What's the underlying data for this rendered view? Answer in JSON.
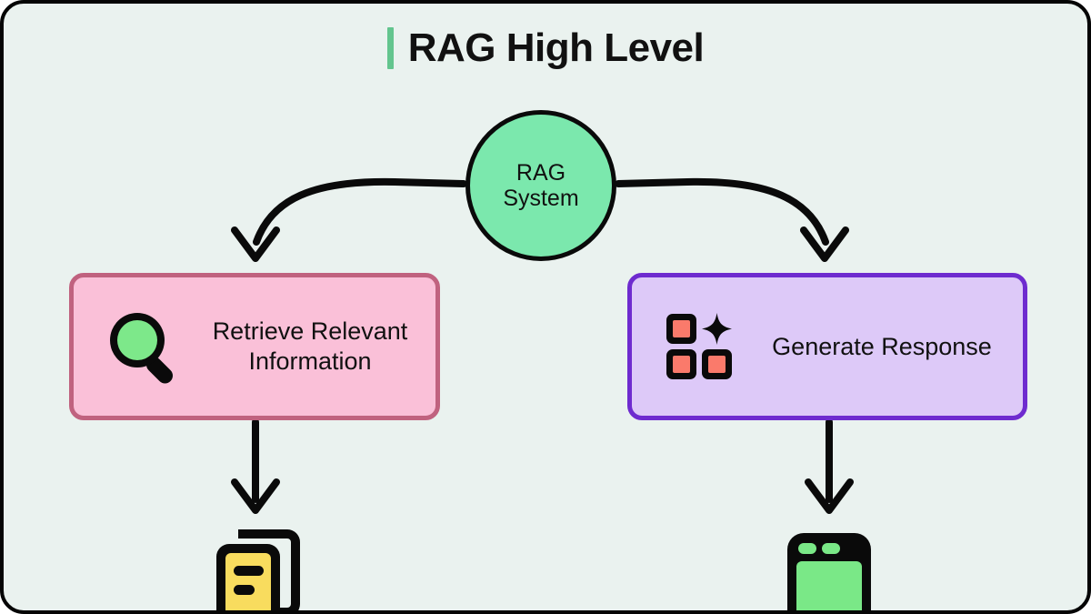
{
  "diagram": {
    "title": "RAG High Level",
    "title_accent_color": "#63c58e",
    "background_color": "#eaf2ef",
    "border_color": "#050505",
    "root": {
      "label_line1": "RAG",
      "label_line2": "System",
      "shape": "circle",
      "fill_color": "#7be8ad",
      "stroke_color": "#0a0a0a"
    },
    "branches": [
      {
        "id": "retrieve",
        "label": "Retrieve Relevant Information",
        "label_line1": "Retrieve Relevant",
        "label_line2": "Information",
        "icon": "magnifier-icon",
        "fill_color": "#fac0d8",
        "stroke_color": "#c0627f",
        "icon_accent_color": "#7de88a",
        "output": {
          "id": "documents",
          "icon": "documents-icon",
          "fill_color": "#f8dc5e"
        }
      },
      {
        "id": "generate",
        "label": "Generate Response",
        "icon": "sparkle-grid-icon",
        "fill_color": "#ddc9f8",
        "stroke_color": "#6e2bcf",
        "icon_accent_color": "#fa7a6b",
        "output": {
          "id": "browser-window",
          "icon": "browser-window-icon",
          "fill_color": "#7ae887"
        }
      }
    ],
    "connectors": [
      {
        "id": "root-to-retrieve",
        "type": "curved-arrow",
        "direction": "left-down"
      },
      {
        "id": "root-to-generate",
        "type": "curved-arrow",
        "direction": "right-down"
      },
      {
        "id": "retrieve-to-documents",
        "type": "straight-arrow",
        "direction": "down"
      },
      {
        "id": "generate-to-browser",
        "type": "straight-arrow",
        "direction": "down"
      }
    ]
  }
}
